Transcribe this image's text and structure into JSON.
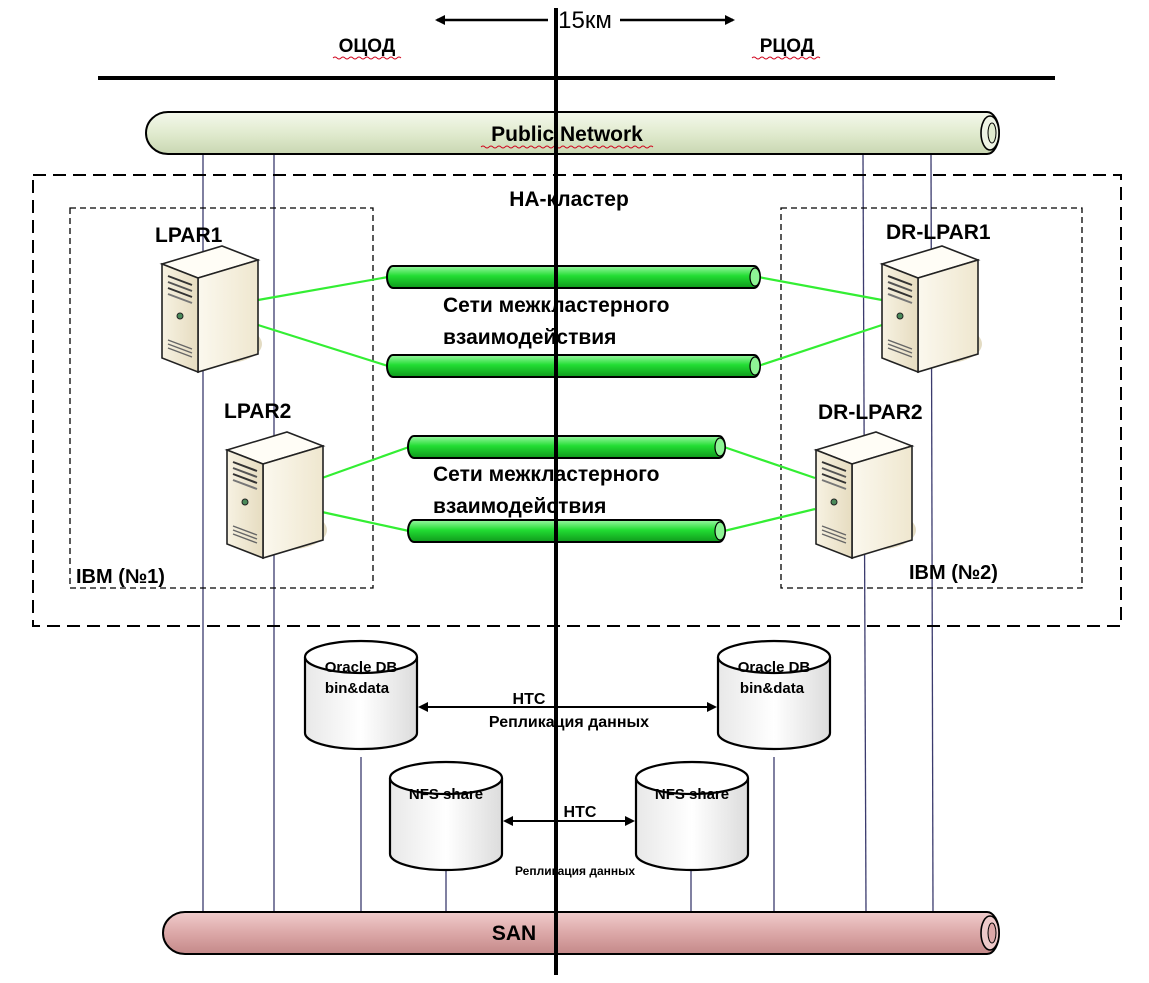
{
  "distance_label": "15км",
  "site_left": "ОЦОД",
  "site_right": "РЦОД",
  "public_network": "Public Network",
  "san": "SAN",
  "ha_cluster": "НА-кластер",
  "ibm_left": "IBM (№1)",
  "ibm_right": "IBM (№2)",
  "servers": {
    "lpar1": "LPAR1",
    "lpar2": "LPAR2",
    "dr_lpar1": "DR-LPAR1",
    "dr_lpar2": "DR-LPAR2"
  },
  "interconnect_top": {
    "line1": "Сети межкластерного",
    "line2": "взаимодействия"
  },
  "interconnect_bottom": {
    "line1": "Сети межкластерного",
    "line2": "взаимодействия"
  },
  "storage": {
    "oracle_left": {
      "line1": "Oracle DB",
      "line2": "bin&data"
    },
    "oracle_right": {
      "line1": "Oracle DB",
      "line2": "bin&data"
    },
    "nfs_left": "NFS share",
    "nfs_right": "NFS share"
  },
  "replication_oracle": {
    "mode": "HTC",
    "label": "Репликация данных"
  },
  "replication_nfs": {
    "mode": "HTC",
    "label": "Репликация данных"
  },
  "colors": {
    "public_network_fill": "#e3edd2",
    "san_fill": "#ddaaaa",
    "interconnect_green": "#22dd33",
    "link_green": "#33ee33",
    "network_drop": "#3b3b6e",
    "server_body": "#f1ead4"
  },
  "icons": {
    "server": "server-tower-icon",
    "storage": "database-cylinder-icon",
    "arrow": "double-arrow-icon"
  }
}
